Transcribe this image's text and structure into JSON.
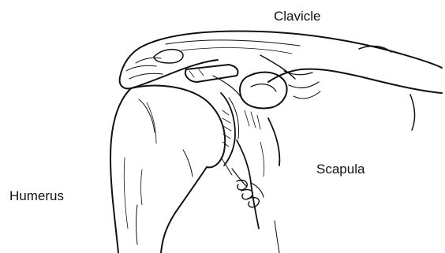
{
  "labels": {
    "clavicle": "Clavicle",
    "scapula": "Scapula",
    "humerus": "Humerus"
  },
  "colors": {
    "ink": "#111111",
    "background": "#ffffff"
  }
}
